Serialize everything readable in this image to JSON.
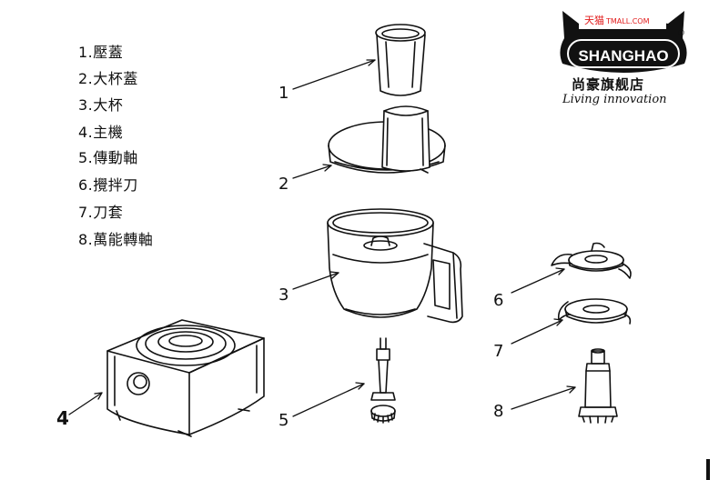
{
  "legend": [
    {
      "text": "1.壓蓋"
    },
    {
      "text": "2.大杯蓋"
    },
    {
      "text": "3.大杯"
    },
    {
      "text": "4.主機"
    },
    {
      "text": "5.傳動軸"
    },
    {
      "text": "6.攪拌刀"
    },
    {
      "text": "7.刀套"
    },
    {
      "text": "8.萬能轉軸"
    }
  ],
  "callouts": [
    "1",
    "2",
    "3",
    "4",
    "5",
    "6",
    "7",
    "8"
  ],
  "logo": {
    "top_cn": "天猫",
    "top_en": "TMALL.COM",
    "brand": "SHANGHAO",
    "registered": "®",
    "store_cn": "尚豪旗舰店",
    "tagline": "Living innovation",
    "colors": {
      "red": "#e21b1b",
      "black": "#111111"
    }
  }
}
